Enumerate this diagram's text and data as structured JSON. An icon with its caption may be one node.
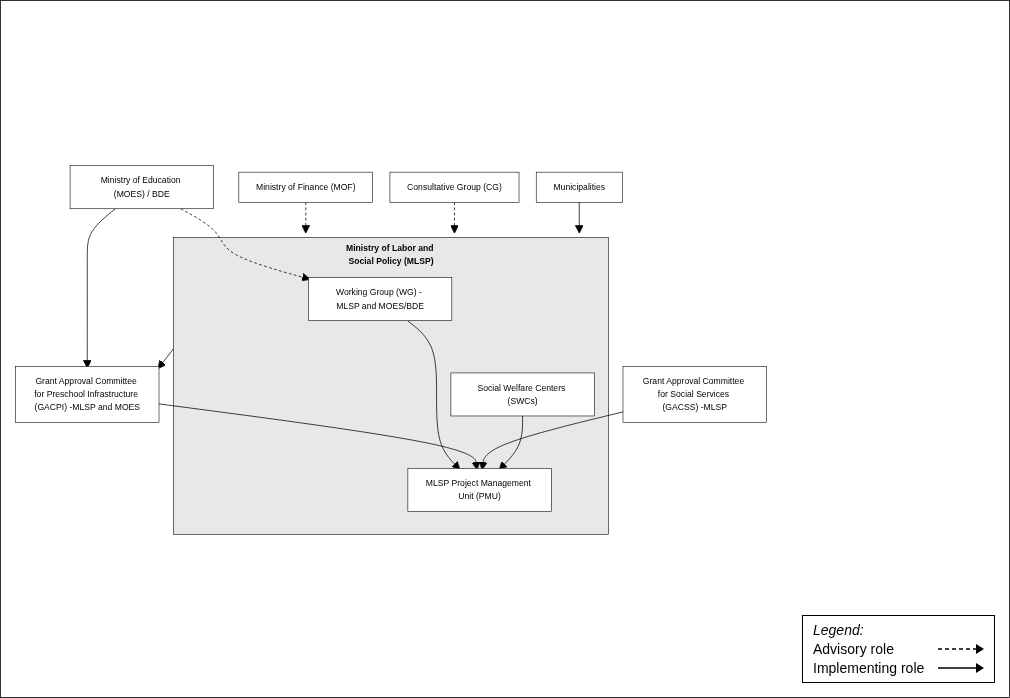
{
  "diagram": {
    "nodes": [
      {
        "text": [
          "Ministry of Labor and Social Policy (MLSP)"
        ]
      },
      {
        "text": [
          "Ministry of Education (MOES) / BDE"
        ]
      },
      {
        "text": [
          "Working Group (WG) - MLSP and MOES/BDE"
        ],
        "in": 0
      },
      {
        "text": [
          "Ministry of Finance (MOF)"
        ]
      },
      {
        "text": [
          "MLSP Project Management Unit (PMU)"
        ],
        "in": 0
      },
      {
        "text": [
          "Grant Approval Committee for Preschool Infrastructure (GACPI) -MLSP and MOES"
        ]
      },
      {
        "text": [
          "Consultative Group (CG)"
        ]
      },
      {
        "text": [
          "Grant Approval Committee for Social Services (GACSS) -MLSP"
        ]
      },
      {
        "text": [
          "Social Welfare Centers (SWCs)"
        ],
        "in": 0
      },
      {
        "text": [
          "Municipalities"
        ]
      }
    ],
    "edges": [
      {
        "from": 1,
        "to": 2,
        "arrow": "to",
        "style": "dashed"
      },
      {
        "from": 3,
        "to": 0,
        "arrow": "to",
        "style": "dashed"
      },
      {
        "from": 1,
        "to": 5,
        "arrow": "to"
      },
      {
        "from": 0,
        "to": 5,
        "arrow": "to"
      },
      {
        "from": 2,
        "to": 4,
        "arrow": "to"
      },
      {
        "from": 6,
        "to": 0,
        "arrow": "to",
        "style": "dashed"
      },
      {
        "from": 5,
        "to": 4,
        "arrow": "to"
      },
      {
        "from": 7,
        "to": 4,
        "arrow": "to"
      },
      {
        "from": 8,
        "to": 4,
        "arrow": "to"
      },
      {
        "from": 9,
        "to": 0,
        "arrow": "to"
      }
    ],
    "labels": [
      "Legend:"
    ],
    "legend": [
      {
        "text": "Advisory role"
      },
      {
        "text": "Implementing role"
      }
    ]
  }
}
